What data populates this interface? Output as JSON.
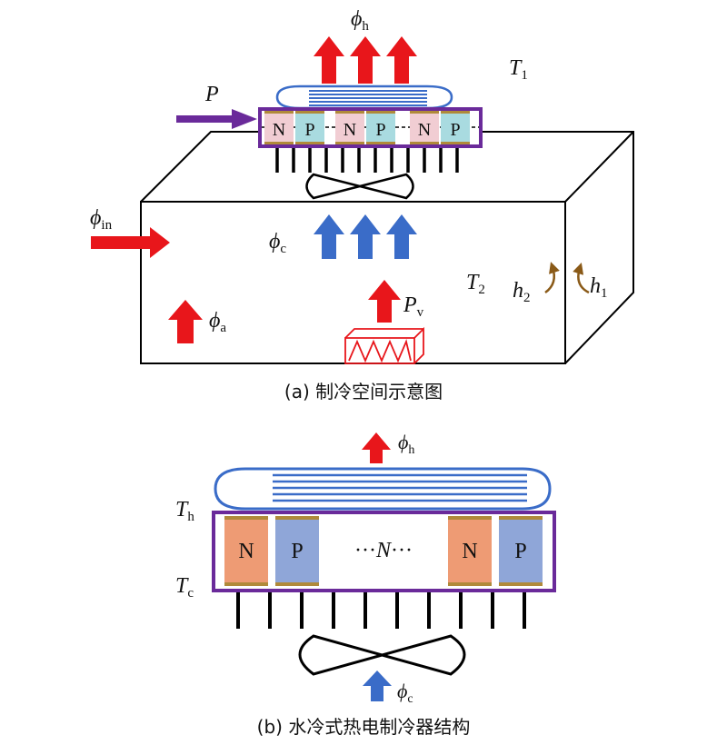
{
  "panel_a": {
    "caption": "(a) 制冷空间示意图",
    "phi_h": {
      "sym": "ϕ",
      "sub": "h"
    },
    "T1": {
      "sym": "T",
      "sub": "1"
    },
    "P": "P",
    "phi_in": {
      "sym": "ϕ",
      "sub": "in"
    },
    "phi_c": {
      "sym": "ϕ",
      "sub": "c"
    },
    "T2": {
      "sym": "T",
      "sub": "2"
    },
    "h2": {
      "sym": "h",
      "sub": "2"
    },
    "h1": {
      "sym": "h",
      "sub": "1"
    },
    "Pv": {
      "sym": "P",
      "sub": "v"
    },
    "phi_a": {
      "sym": "ϕ",
      "sub": "a"
    },
    "legs": [
      "N",
      "P",
      "N",
      "P",
      "N",
      "P"
    ]
  },
  "panel_b": {
    "caption": "(b) 水冷式热电制冷器结构",
    "phi_h": {
      "sym": "ϕ",
      "sub": "h"
    },
    "Th": {
      "sym": "T",
      "sub": "h"
    },
    "Tc": {
      "sym": "T",
      "sub": "c"
    },
    "phi_c": {
      "sym": "ϕ",
      "sub": "c"
    },
    "legs": [
      "N",
      "P",
      "N",
      "P"
    ],
    "ellipsis_pre": "···",
    "ellipsis_var": "N",
    "ellipsis_post": "···"
  },
  "colors": {
    "red_arrow": "#e8161b",
    "blue_arrow": "#3a6cc8",
    "purple": "#6a2a9a",
    "heat_sink_blue": "#3a6cc8",
    "n_leg_a": "#f1cdd3",
    "p_leg_a": "#a9dbe0",
    "n_leg_b": "#ee9b74",
    "p_leg_b": "#8fa6d8",
    "contact": "#b08a3a",
    "curved_arrow": "#8a5a18"
  }
}
